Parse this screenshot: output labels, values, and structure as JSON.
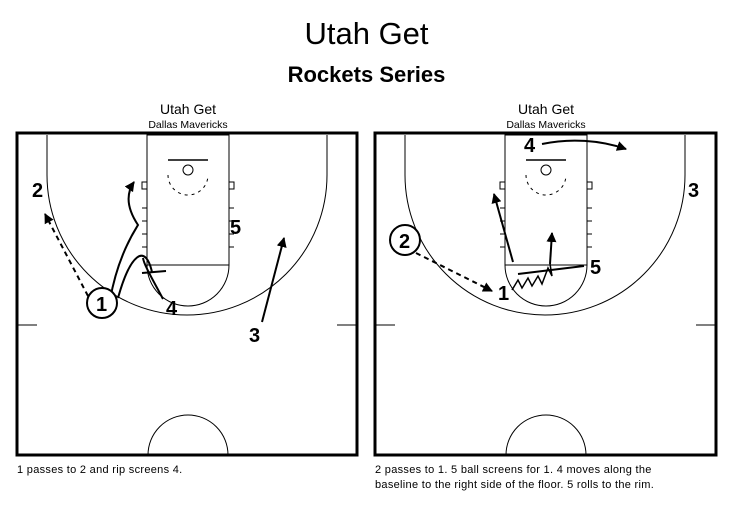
{
  "header": {
    "title": "Utah Get",
    "subtitle": "Rockets Series"
  },
  "panels": [
    {
      "title": "Utah Get",
      "team": "Dallas Mavericks",
      "caption": [
        "1 passes to 2 and rip screens 4."
      ],
      "players": [
        {
          "label": "2",
          "circled": false
        },
        {
          "label": "1",
          "circled": true
        },
        {
          "label": "4",
          "circled": false
        },
        {
          "label": "5",
          "circled": false
        },
        {
          "label": "3",
          "circled": false
        }
      ]
    },
    {
      "title": "Utah Get",
      "team": "Dallas Mavericks",
      "caption": [
        "2 passes to 1. 5 ball screens for 1. 4 moves along the",
        "baseline to the right side of the floor. 5 rolls to the rim."
      ],
      "players": [
        {
          "label": "4",
          "circled": false
        },
        {
          "label": "3",
          "circled": false
        },
        {
          "label": "2",
          "circled": true
        },
        {
          "label": "1",
          "circled": false
        },
        {
          "label": "5",
          "circled": false
        }
      ]
    }
  ]
}
